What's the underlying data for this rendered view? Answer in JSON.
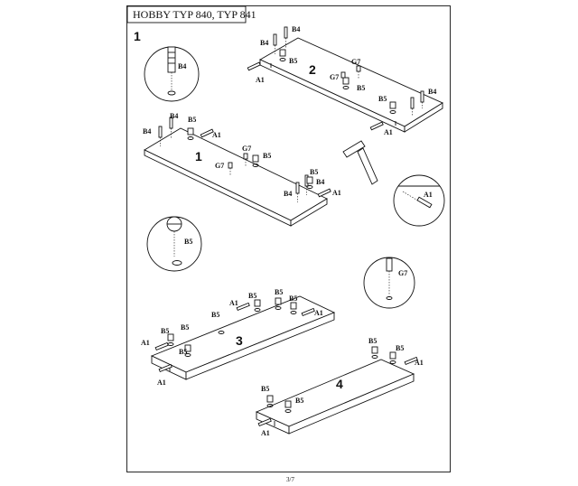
{
  "header": {
    "title": "HOBBY TYP 840, TYP 841"
  },
  "step": {
    "number": "1"
  },
  "footer": {
    "page": "3/7"
  },
  "panels": {
    "p1": "1",
    "p2": "2",
    "p3": "3",
    "p4": "4"
  },
  "parts": {
    "A1": "A1",
    "B4": "B4",
    "B5": "B5",
    "G7": "G7"
  }
}
